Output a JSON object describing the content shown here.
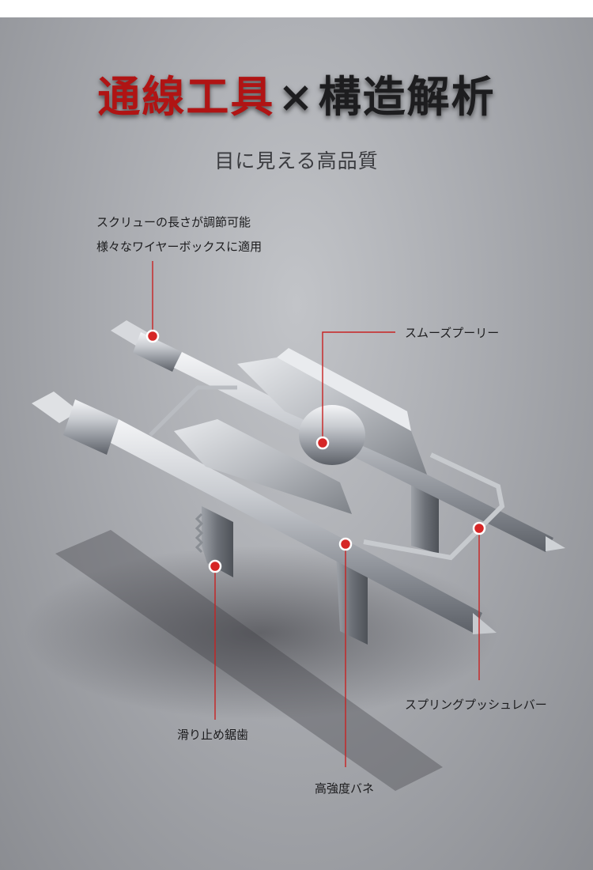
{
  "header": {
    "title_part1": "通線工具",
    "title_sep": "×",
    "title_part2": "構造解析",
    "subtitle": "目に見える高品質"
  },
  "callouts": {
    "screw_line1": "スクリューの長さが調節可能",
    "screw_line2": "様々なワイヤーボックスに適用",
    "pulley": "スムーズプーリー",
    "lever": "スプリングプッシュレバー",
    "teeth": "滑り止め鋸歯",
    "spring": "高強度バネ"
  },
  "colors": {
    "accent_red": "#b01414",
    "marker_red": "#d62626",
    "background": "#a9abb0"
  }
}
